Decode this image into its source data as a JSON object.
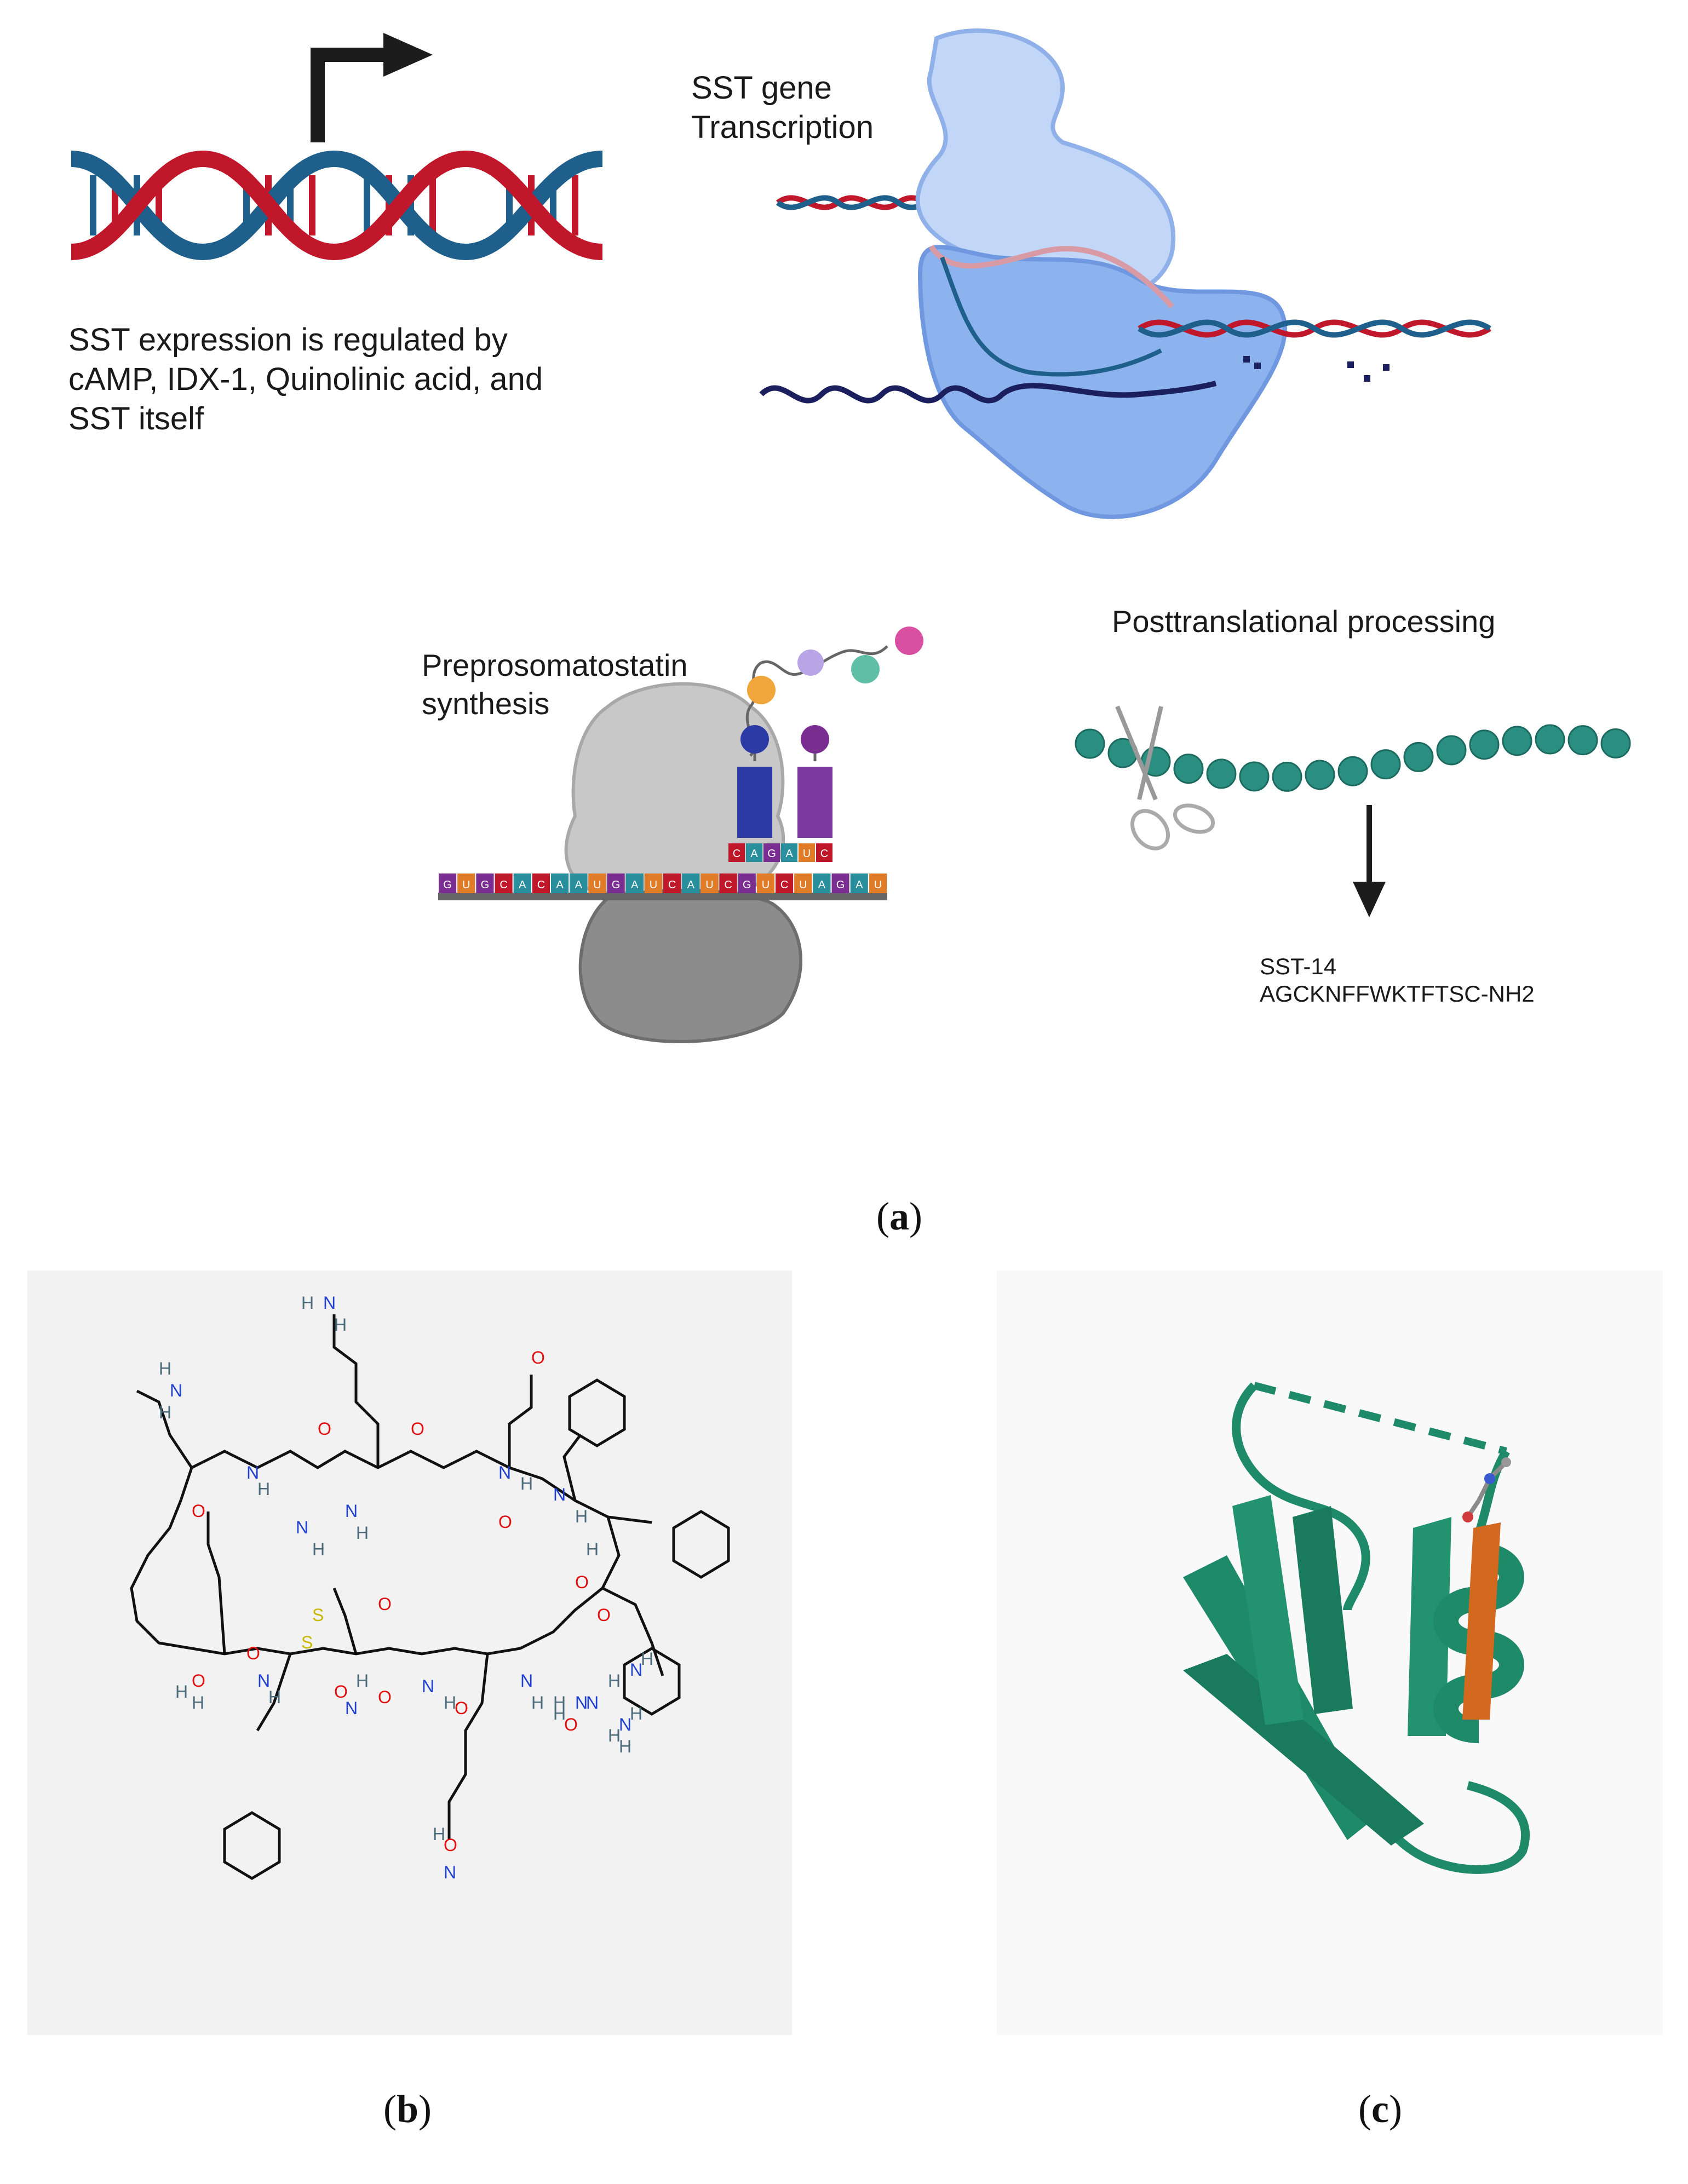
{
  "panel_a": {
    "regulation_text_1": "SST expression is regulated by",
    "regulation_text_2": "cAMP, IDX-1, Quinolinic acid, and",
    "regulation_text_3": "SST itself",
    "transcription_label_1": "SST gene",
    "transcription_label_2": "Transcription",
    "synthesis_label_1": "Preprosomatostatin",
    "synthesis_label_2": "synthesis",
    "processing_label": "Posttranslational processing",
    "product_name": "SST-14",
    "product_sequence": "AGCKNFFWKTFTSC-NH2",
    "anticodons": [
      "C",
      "A",
      "G",
      "A",
      "U",
      "C"
    ],
    "mrna_bases": [
      "G",
      "U",
      "G",
      "C",
      "A",
      "C",
      "A",
      "A",
      "U",
      "G",
      "A",
      "U",
      "C",
      "A",
      "U",
      "C",
      "G",
      "U",
      "C",
      "U",
      "A",
      "G",
      "A",
      "U"
    ],
    "caption_letter": "a"
  },
  "panel_b": {
    "caption_letter": "b",
    "atom_labels": [
      "H",
      "N",
      "H",
      "O",
      "N",
      "H",
      "O",
      "N",
      "H",
      "O",
      "N",
      "H",
      "O",
      "N",
      "H",
      "H",
      "N",
      "H",
      "O",
      "N",
      "H",
      "H",
      "O",
      "O",
      "S",
      "S",
      "O",
      "H",
      "H",
      "O",
      "N",
      "H",
      "O",
      "N",
      "H",
      "O",
      "N",
      "H",
      "O",
      "N",
      "H",
      "H",
      "N",
      "H",
      "O",
      "N",
      "H",
      "O",
      "N",
      "H",
      "H",
      "N",
      "H",
      "H",
      "N",
      "H",
      "O"
    ]
  },
  "panel_c": {
    "caption_letter": "c"
  },
  "colors": {
    "dna_red": "#c0182a",
    "dna_blue": "#1f5f8b",
    "polymerase_light": "#b8d0f5",
    "polymerase_dark": "#7ea6ec",
    "ribosome_gray": "#9a9a9a",
    "bead_teal": "#2a8f80",
    "protein_green": "#1f8a68",
    "strand_orange": "#d2691e",
    "panel_b_bg": "#f2f2f2",
    "panel_c_bg": "#f9f9f9"
  }
}
